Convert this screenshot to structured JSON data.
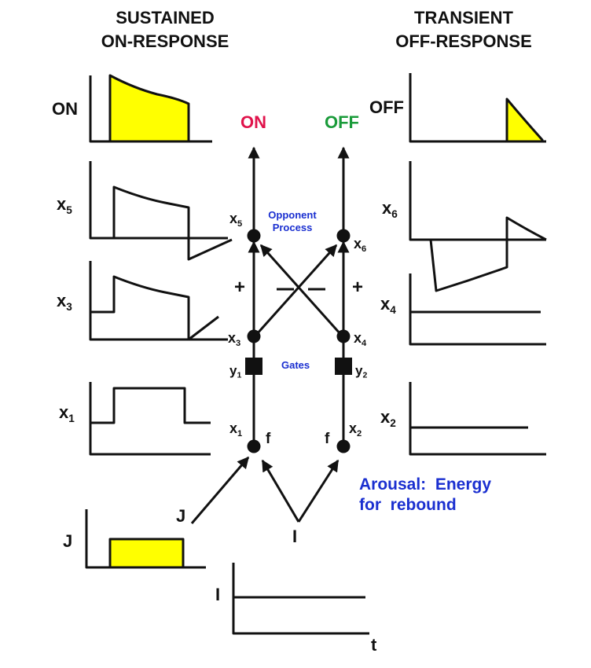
{
  "titles": {
    "left_line1": "SUSTAINED",
    "left_line2": "ON-RESPONSE",
    "right_line1": "TRANSIENT",
    "right_line2": "OFF-RESPONSE"
  },
  "plot_labels": {
    "on": "ON",
    "off": "OFF",
    "x5": "x",
    "x5_sub": "5",
    "x3": "x",
    "x3_sub": "3",
    "x1": "x",
    "x1_sub": "1",
    "j": "J",
    "x6": "x",
    "x6_sub": "6",
    "x4": "x",
    "x4_sub": "4",
    "x2": "x",
    "x2_sub": "2",
    "i": "I",
    "t": "t"
  },
  "circuit": {
    "on_output": "ON",
    "off_output": "OFF",
    "opponent_line1": "Opponent",
    "opponent_line2": "Process",
    "gates": "Gates",
    "node_x5": "x",
    "node_x5_sub": "5",
    "node_x6": "x",
    "node_x6_sub": "6",
    "node_x3": "x",
    "node_x3_sub": "3",
    "node_x4": "x",
    "node_x4_sub": "4",
    "node_y1": "y",
    "node_y1_sub": "1",
    "node_y2": "y",
    "node_y2_sub": "2",
    "node_x1": "x",
    "node_x1_sub": "1",
    "node_x2": "x",
    "node_x2_sub": "2",
    "f_left": "f",
    "f_right": "f",
    "plus_left": "+",
    "plus_right": "+",
    "minus_left": "−",
    "minus_right": "−",
    "input_j": "J",
    "input_i": "I",
    "arousal_line1": "Arousal:  Energy",
    "arousal_line2": "for  rebound"
  },
  "colors": {
    "ink": "#111111",
    "fill": "#ffff00",
    "on": "#e0134b",
    "off": "#1a9b3a",
    "annotation": "#1a2fd0"
  }
}
